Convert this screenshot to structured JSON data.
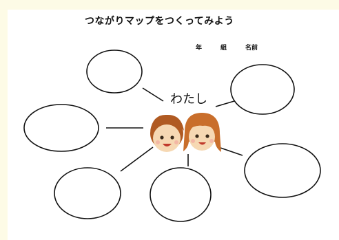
{
  "worksheet": {
    "title": "つながりマップをつくってみよう",
    "grade_label": "年",
    "class_label": "組",
    "name_label": "名前",
    "center_label": "わたし",
    "icons": [
      "boy-face-icon",
      "girl-face-icon"
    ],
    "bubble_count": 6,
    "colors": {
      "background": "#fdfbe6",
      "skin": "#f6d8b3",
      "boy_hair": "#b05a22",
      "girl_hair": "#c96e2b",
      "line": "#111111"
    }
  }
}
